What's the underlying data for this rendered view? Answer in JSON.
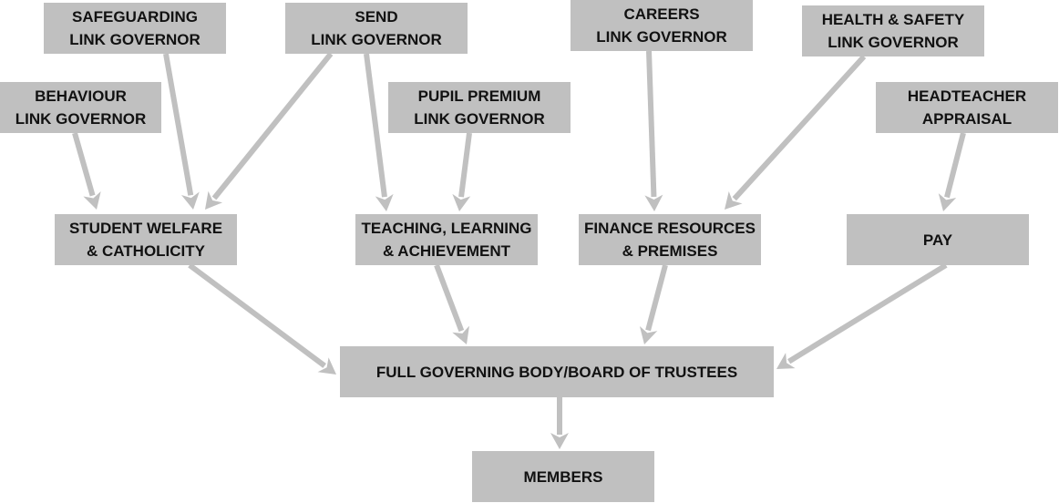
{
  "nodes": {
    "safeguarding": [
      "SAFEGUARDING",
      "LINK GOVERNOR"
    ],
    "send": [
      "SEND",
      "LINK GOVERNOR"
    ],
    "careers": [
      "CAREERS",
      "LINK GOVERNOR"
    ],
    "health_safety": [
      "HEALTH & SAFETY",
      "LINK GOVERNOR"
    ],
    "behaviour": [
      "BEHAVIOUR",
      "LINK GOVERNOR"
    ],
    "pupil_premium": [
      "PUPIL PREMIUM",
      "LINK GOVERNOR"
    ],
    "headteacher": [
      "HEADTEACHER",
      "APPRAISAL"
    ],
    "student_welfare": [
      "STUDENT WELFARE",
      "& CATHOLICITY"
    ],
    "teaching": [
      "TEACHING, LEARNING",
      "& ACHIEVEMENT"
    ],
    "finance": [
      "FINANCE RESOURCES",
      "& PREMISES"
    ],
    "pay": [
      "PAY"
    ],
    "full_body": [
      "FULL GOVERNING BODY/BOARD OF TRUSTEES"
    ],
    "members": [
      "MEMBERS"
    ]
  },
  "edges": [
    [
      "behaviour",
      "student_welfare"
    ],
    [
      "safeguarding",
      "student_welfare"
    ],
    [
      "send",
      "student_welfare"
    ],
    [
      "send",
      "teaching"
    ],
    [
      "pupil_premium",
      "teaching"
    ],
    [
      "careers",
      "finance"
    ],
    [
      "health_safety",
      "finance"
    ],
    [
      "headteacher",
      "pay"
    ],
    [
      "student_welfare",
      "full_body"
    ],
    [
      "teaching",
      "full_body"
    ],
    [
      "finance",
      "full_body"
    ],
    [
      "pay",
      "full_body"
    ],
    [
      "full_body",
      "members"
    ]
  ],
  "colors": {
    "box": "#c0c0c0",
    "arrow": "#c0c0c0",
    "text": "#111111"
  }
}
